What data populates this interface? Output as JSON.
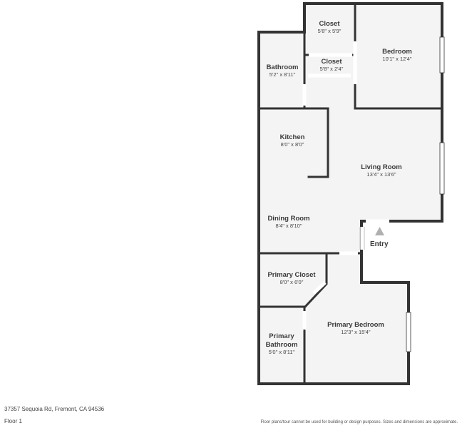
{
  "rooms": [
    {
      "id": "closet-top",
      "name": "Closet",
      "dims": "5'8\" x 5'9\""
    },
    {
      "id": "bedroom",
      "name": "Bedroom",
      "dims": "10'1\" x 12'4\""
    },
    {
      "id": "bathroom",
      "name": "Bathroom",
      "dims": "5'2\" x 8'11\""
    },
    {
      "id": "closet-small",
      "name": "Closet",
      "dims": "5'8\" x 2'4\""
    },
    {
      "id": "kitchen",
      "name": "Kitchen",
      "dims": "8'0\" x 8'0\""
    },
    {
      "id": "living-room",
      "name": "Living Room",
      "dims": "13'4\" x 13'6\""
    },
    {
      "id": "dining-room",
      "name": "Dining Room",
      "dims": "8'4\" x 8'10\""
    },
    {
      "id": "primary-closet",
      "name": "Primary Closet",
      "dims": "8'0\" x 6'0\""
    },
    {
      "id": "primary-bedroom",
      "name": "Primary Bedroom",
      "dims": "12'3\" x 15'4\""
    },
    {
      "id": "primary-bathroom",
      "name_lines": [
        "Primary",
        "Bathroom"
      ],
      "dims": "5'0\" x 8'11\""
    }
  ],
  "entry_label": "Entry",
  "footer": {
    "address": "37357 Sequoia Rd, Fremont, CA 94536",
    "floor": "Floor 1",
    "disclaimer": "Floor plans/tour cannot be used for building or design purposes. Sizes and dimensions are approximate."
  },
  "colors": {
    "wall": "#333333",
    "floor": "#f4f4f4",
    "opening": "#ffffff",
    "entry_marker": "#b0b0b0"
  }
}
